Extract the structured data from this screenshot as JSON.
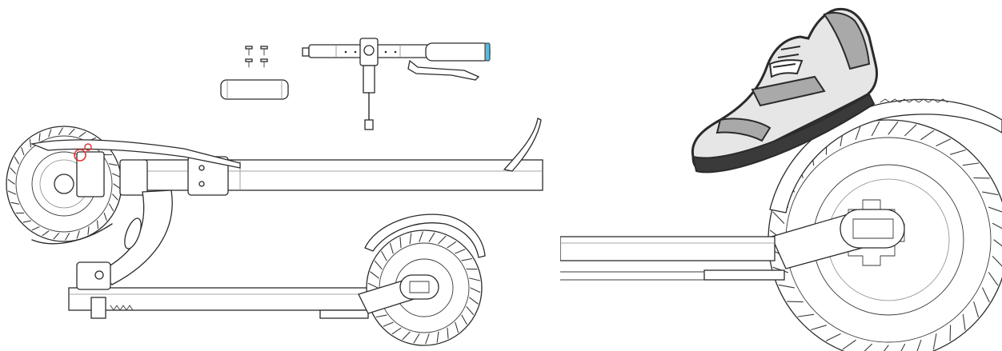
{
  "figure": {
    "left_panel": {
      "description_label": "",
      "parts": [
        "screws",
        "handlebar",
        "handlebar-grip",
        "folded-scooter"
      ]
    },
    "right_panel": {
      "description_label": "",
      "parts": [
        "shoe",
        "rear-wheel",
        "rear-fender",
        "deck"
      ]
    }
  },
  "colors": {
    "line": "#2b2b2b",
    "highlight_red": "#e03030",
    "grip_cap_blue": "#5fb8d8",
    "shoe_light": "#e6e6e6",
    "shoe_mid": "#a9a9a9",
    "shoe_dark": "#3a3a3a"
  },
  "icons": {
    "shoe": "shoe-icon",
    "wheel": "wheel-icon",
    "screw": "screw-icon"
  }
}
